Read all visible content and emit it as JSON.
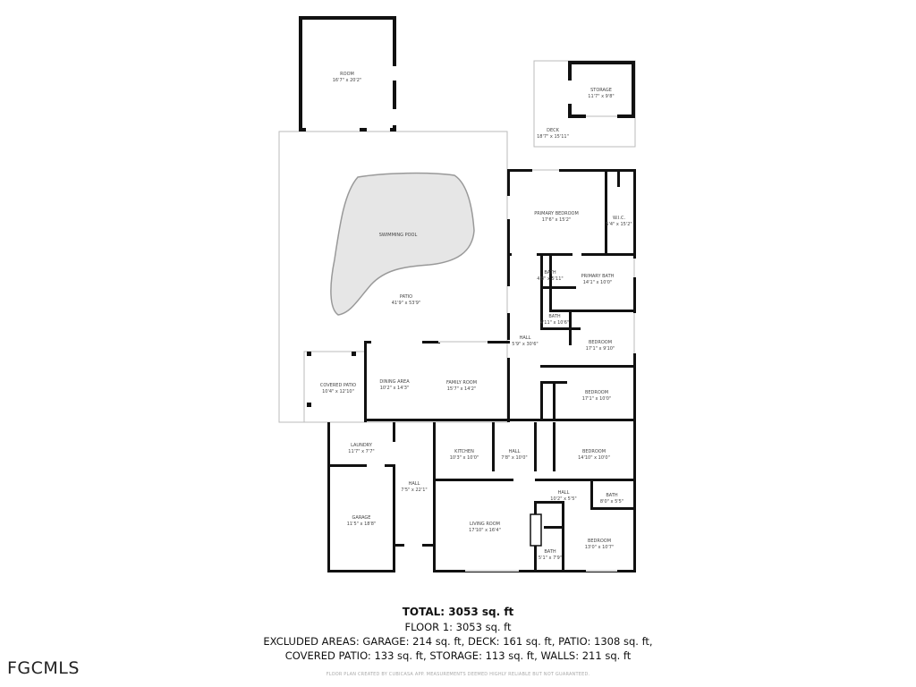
{
  "rooms": [
    {
      "name": "ROOM",
      "dims": "16'7\" x 20'2\""
    },
    {
      "name": "STORAGE",
      "dims": "11'7\" x 9'8\""
    },
    {
      "name": "DECK",
      "dims": "18'7\" x 15'11\""
    },
    {
      "name": "SWIMMING POOL",
      "dims": ""
    },
    {
      "name": "PATIO",
      "dims": "41'9\" x 53'9\""
    },
    {
      "name": "PRIMARY BEDROOM",
      "dims": "17'6\" x 15'2\""
    },
    {
      "name": "W.I.C.",
      "dims": "5'4\" x 15'2\""
    },
    {
      "name": "BATH",
      "dims": "4'8\" x 5'11\""
    },
    {
      "name": "PRIMARY BATH",
      "dims": "14'1\" x 10'0\""
    },
    {
      "name": "BATH",
      "dims": "4'11\" x 10'6\""
    },
    {
      "name": "HALL",
      "dims": "5'9\" x 30'6\""
    },
    {
      "name": "BEDROOM",
      "dims": "17'1\" x 9'10\""
    },
    {
      "name": "BEDROOM",
      "dims": "17'1\" x 10'0\""
    },
    {
      "name": "COVERED PATIO",
      "dims": "10'4\" x 12'10\""
    },
    {
      "name": "DINING AREA",
      "dims": "10'2\" x 14'3\""
    },
    {
      "name": "FAMILY ROOM",
      "dims": "15'7\" x 14'2\""
    },
    {
      "name": "LAUNDRY",
      "dims": "11'7\" x 7'7\""
    },
    {
      "name": "KITCHEN",
      "dims": "10'3\" x 10'0\""
    },
    {
      "name": "HALL",
      "dims": "7'8\" x 10'0\""
    },
    {
      "name": "BEDROOM",
      "dims": "14'10\" x 10'0\""
    },
    {
      "name": "HALL",
      "dims": "7'5\" x 22'1\""
    },
    {
      "name": "GARAGE",
      "dims": "11'5\" x 18'8\""
    },
    {
      "name": "LIVING ROOM",
      "dims": "17'10\" x 16'4\""
    },
    {
      "name": "HALL",
      "dims": "10'2\" x 5'5\""
    },
    {
      "name": "BATH",
      "dims": "8'0\" x 5'5\""
    },
    {
      "name": "BEDROOM",
      "dims": "13'0\" x 10'7\""
    },
    {
      "name": "BATH",
      "dims": "5'1\" x 7'9\""
    }
  ],
  "summary": {
    "total": "TOTAL: 3053 sq. ft",
    "floor1": "FLOOR 1: 3053 sq. ft",
    "excluded_line1": "EXCLUDED AREAS: GARAGE: 214 sq. ft, DECK: 161 sq. ft, PATIO: 1308 sq. ft,",
    "excluded_line2": "COVERED PATIO: 133 sq. ft, STORAGE: 113 sq. ft, WALLS: 211 sq. ft",
    "disclaimer": "FLOOR PLAN CREATED BY CUBICASA APP. MEASUREMENTS DEEMED HIGHLY RELIABLE BUT NOT GUARANTEED."
  },
  "logo": "FGCMLS",
  "colors": {
    "wall": "#111111",
    "pool": "#e6e6e6",
    "thin_line": "#bbbbbb"
  }
}
